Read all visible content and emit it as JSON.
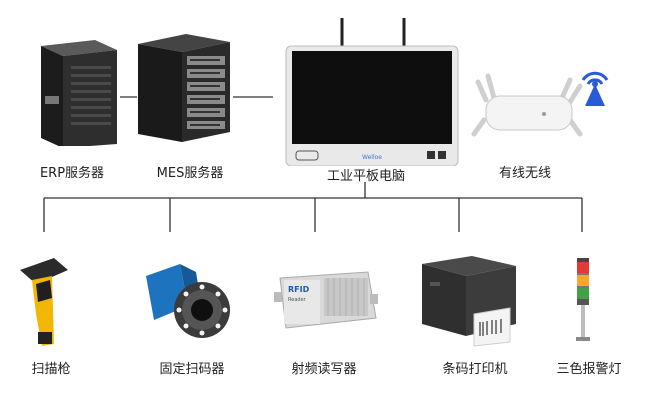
{
  "labels": {
    "erp": "ERP服务器",
    "mes": "MES服务器",
    "tablet": "工业平板电脑",
    "router": "有线无线",
    "scanner": "扫描枪",
    "fixed_scanner": "固定扫码器",
    "rfid": "射频读写器",
    "printer": "条码打印机",
    "light": "三色报警灯"
  },
  "device_text": {
    "rfid_logo": "RFID",
    "rfid_sub": "Reader",
    "tablet_brand": "Welloe"
  },
  "colors": {
    "line": "#333333",
    "scanner_yellow": "#f2b705",
    "fixed_scanner_blue": "#1e73be",
    "wifi_blue": "#2a5bd7",
    "light_red": "#e53935",
    "light_yellow": "#f9a825",
    "light_green": "#43a047"
  }
}
